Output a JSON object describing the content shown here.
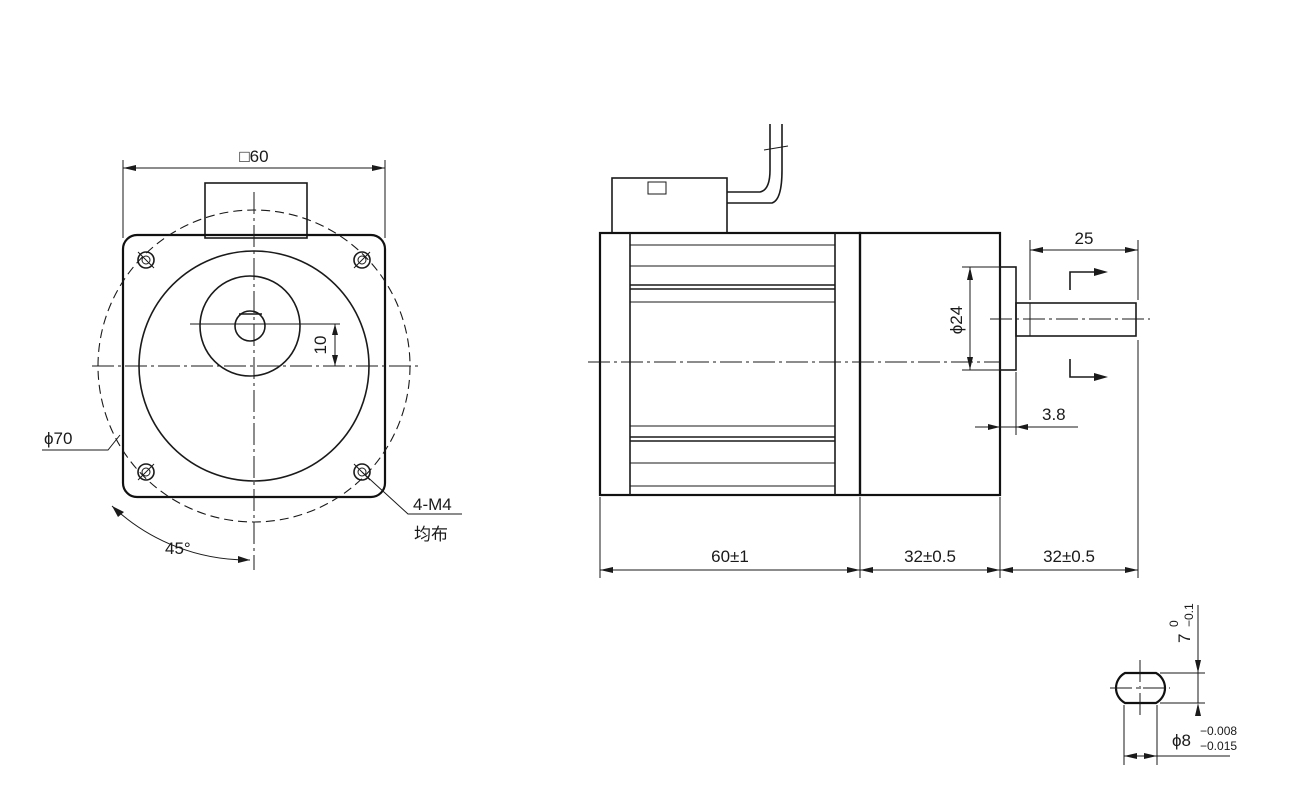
{
  "dimensions": {
    "front_square": "□60",
    "front_circle": "ϕ70",
    "front_offset": "10",
    "front_holes": "4-M4",
    "front_holes_note": "均布",
    "front_angle": "45°",
    "side_shaft_length": "25",
    "side_boss_dia": "ϕ24",
    "side_boss_height": "3.8",
    "side_len_body": "60±1",
    "side_len_gear": "32±0.5",
    "side_len_shaft": "32±0.5",
    "section_flat": "7",
    "section_flat_tol_upper": "0",
    "section_flat_tol_lower": "−0.1",
    "section_dia": "ϕ8",
    "section_dia_tol_upper": "−0.008",
    "section_dia_tol_lower": "−0.015"
  },
  "colors": {
    "line": "#1a1a1a",
    "background": "#ffffff"
  }
}
